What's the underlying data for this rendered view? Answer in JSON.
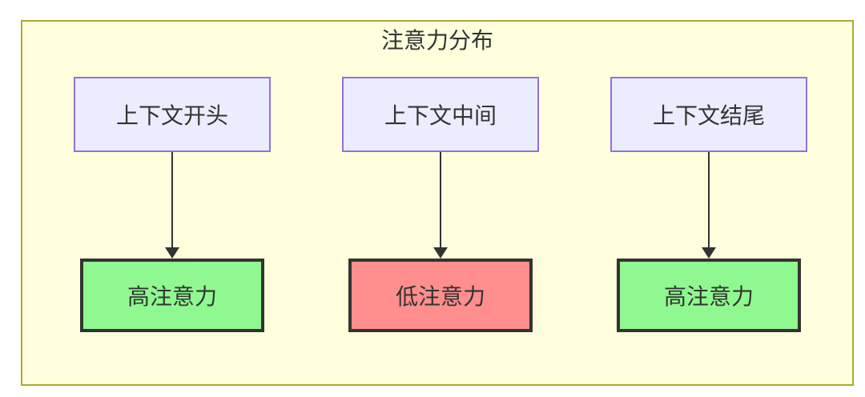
{
  "diagram": {
    "title": "注意力分布",
    "flows": [
      {
        "source": "上下文开头",
        "target": "高注意力",
        "level": "high"
      },
      {
        "source": "上下文中间",
        "target": "低注意力",
        "level": "low"
      },
      {
        "source": "上下文结尾",
        "target": "高注意力",
        "level": "high"
      }
    ],
    "colors": {
      "cluster_fill": "#FFFFDE",
      "cluster_border": "#AAAA33",
      "source_fill": "#ECECFF",
      "source_border": "#9370DB",
      "high_attention_fill": "#90F890",
      "low_attention_fill": "#FF8E8E",
      "emphasis_border": "#333333",
      "edge": "#333333",
      "text": "#333333"
    }
  }
}
